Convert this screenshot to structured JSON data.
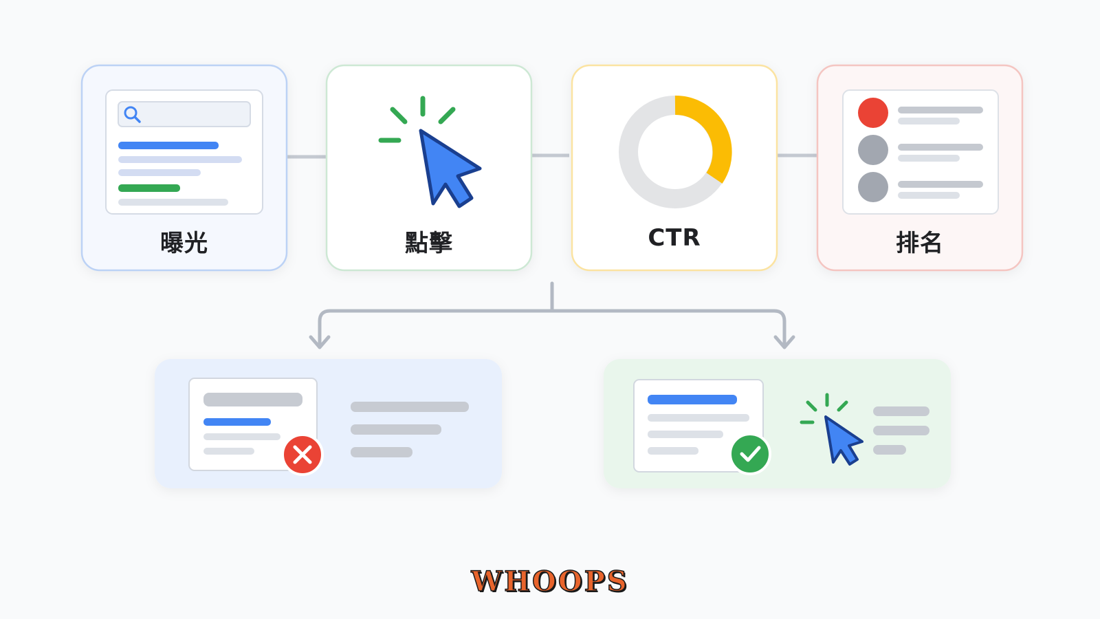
{
  "cards": [
    {
      "label": "曝光",
      "icon": "search-results-icon"
    },
    {
      "label": "點擊",
      "icon": "click-cursor-icon"
    },
    {
      "label": "CTR",
      "icon": "donut-chart-icon"
    },
    {
      "label": "排名",
      "icon": "ranked-list-icon"
    }
  ],
  "outcomes": [
    {
      "icon": "no-click-result-icon",
      "status_icon": "error-x-icon"
    },
    {
      "icon": "clicked-result-icon",
      "status_icon": "check-icon"
    }
  ],
  "brand": {
    "text": "WHOOPS"
  },
  "colors": {
    "blue": "#4285f4",
    "green": "#34a853",
    "yellow": "#fbbc04",
    "red": "#ea4335",
    "gray": "#9aa0a6"
  }
}
